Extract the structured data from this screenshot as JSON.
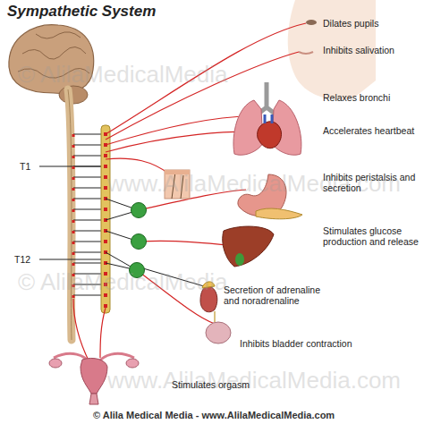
{
  "diagram": {
    "title": "Sympathetic System",
    "caption": "© Alila Medical Media - www.AlilaMedicalMedia.com",
    "labels": [
      "T1",
      "T12",
      "Dilates pupils",
      "Inhibits salivation",
      "Relaxes bronchi",
      "Accelerates heartbeat",
      "Inhibits peristalsis and secretion",
      "Stimulates glucose production and release",
      "Secretion of adrenaline and noradrenaline",
      "Inhibits bladder contraction",
      "Stimulates orgasm",
      "© AlilaMedicalMedia",
      "www.AlilaMedicalMedia.com",
      "© AlilaMedicalMedia",
      "www.AlilaMedicalMedia.com"
    ]
  }
}
